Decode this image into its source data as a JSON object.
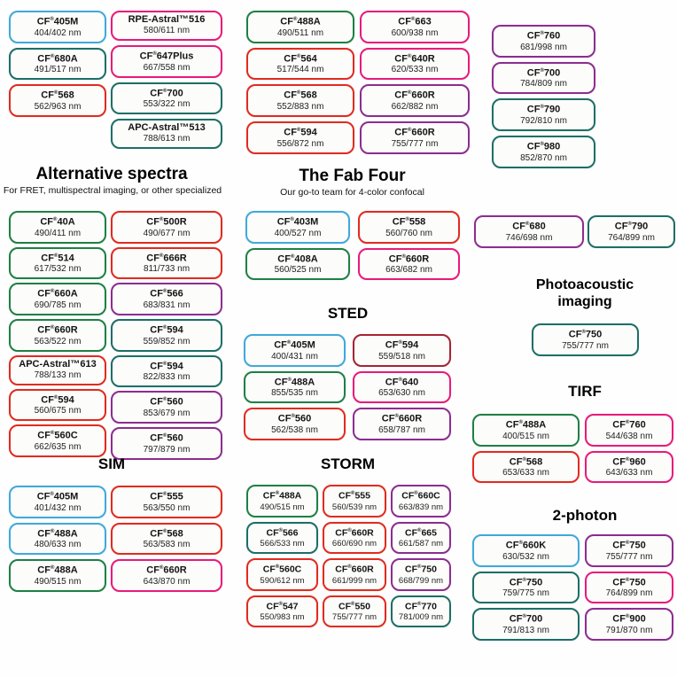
{
  "palette": {
    "blue": "#3fa9dc",
    "green": "#1e8044",
    "teal": "#1c6f66",
    "red": "#e12b1f",
    "darkred": "#a62433",
    "pink": "#e91a7b",
    "purple": "#8c2d90"
  },
  "sections": {
    "alternative": {
      "title": "Alternative spectra",
      "subtitle": "For FRET, multispectral imaging, or other specialized"
    },
    "fab": {
      "title": "The Fab Four",
      "subtitle": "Our go-to team for 4-color confocal"
    },
    "sted": {
      "title": "STED"
    },
    "sim": {
      "title": "SIM"
    },
    "storm": {
      "title": "STORM"
    },
    "photoacoustic": {
      "title": "Photoacoustic imaging"
    },
    "tirf": {
      "title": "TIRF"
    },
    "twophoton": {
      "title": "2-photon"
    }
  },
  "columns": {
    "a1": [
      {
        "name": "CF®405M",
        "value": "404/402 nm",
        "color": "blue"
      },
      {
        "name": "CF®680A",
        "value": "491/517 nm",
        "color": "teal"
      },
      {
        "name": "CF®568",
        "value": "562/963 nm",
        "color": "red"
      }
    ],
    "a2": [
      {
        "name": "RPE-Astral™516",
        "value": "580/611 nm",
        "color": "pink"
      },
      {
        "name": "CF®647Plus",
        "value": "667/558 nm",
        "color": "pink"
      },
      {
        "name": "CF®700",
        "value": "553/322 nm",
        "color": "teal"
      },
      {
        "name": "APC-Astral™513",
        "value": "788/613 nm",
        "color": "teal"
      }
    ],
    "b1": [
      {
        "name": "CF®488A",
        "value": "490/511 nm",
        "color": "green"
      },
      {
        "name": "CF®564",
        "value": "517/544 nm",
        "color": "red"
      },
      {
        "name": "CF®568",
        "value": "552/883 nm",
        "color": "red"
      },
      {
        "name": "CF®594",
        "value": "556/872 nm",
        "color": "red"
      }
    ],
    "b2": [
      {
        "name": "CF®663",
        "value": "600/938 nm",
        "color": "pink"
      },
      {
        "name": "CF®640R",
        "value": "620/533 nm",
        "color": "pink"
      },
      {
        "name": "CF®660R",
        "value": "662/882 nm",
        "color": "purple"
      },
      {
        "name": "CF®660R",
        "value": "755/777 nm",
        "color": "purple"
      }
    ],
    "c": [
      {
        "name": "CF®760",
        "value": "681/998 nm",
        "color": "purple"
      },
      {
        "name": "CF®700",
        "value": "784/809 nm",
        "color": "purple"
      },
      {
        "name": "CF®790",
        "value": "792/810 nm",
        "color": "teal"
      },
      {
        "name": "CF®980",
        "value": "852/870 nm",
        "color": "teal"
      }
    ],
    "alt1": [
      {
        "name": "CF®40A",
        "value": "490/411 nm",
        "color": "green"
      },
      {
        "name": "CF®514",
        "value": "617/532 nm",
        "color": "green"
      },
      {
        "name": "CF®660A",
        "value": "690/785 nm",
        "color": "green"
      },
      {
        "name": "CF®660R",
        "value": "563/522 nm",
        "color": "green"
      },
      {
        "name": "APC-Astral™613",
        "value": "788/133 nm",
        "color": "red"
      },
      {
        "name": "CF®594",
        "value": "560/675 nm",
        "color": "red"
      },
      {
        "name": "CF®560C",
        "value": "662/635 nm",
        "color": "red"
      }
    ],
    "alt2": [
      {
        "name": "CF®500R",
        "value": "490/677 nm",
        "color": "red"
      },
      {
        "name": "CF®666R",
        "value": "811/733 nm",
        "color": "red"
      },
      {
        "name": "CF®566",
        "value": "683/831 nm",
        "color": "purple"
      },
      {
        "name": "CF®594",
        "value": "559/852 nm",
        "color": "teal"
      },
      {
        "name": "CF®594",
        "value": "822/833 nm",
        "color": "teal"
      },
      {
        "name": "CF®560",
        "value": "853/679 nm",
        "color": "purple"
      },
      {
        "name": "CF®560",
        "value": "797/879 nm",
        "color": "purple"
      }
    ],
    "fab1": [
      {
        "name": "CF®403M",
        "value": "400/527 nm",
        "color": "blue"
      },
      {
        "name": "CF®408A",
        "value": "560/525 nm",
        "color": "green"
      }
    ],
    "fab2": [
      {
        "name": "CF®558",
        "value": "560/760 nm",
        "color": "red"
      },
      {
        "name": "CF®660R",
        "value": "663/682 nm",
        "color": "pink"
      }
    ],
    "sted1": [
      {
        "name": "CF®405M",
        "value": "400/431 nm",
        "color": "blue"
      },
      {
        "name": "CF®488A",
        "value": "855/535 nm",
        "color": "green"
      },
      {
        "name": "CF®560",
        "value": "562/538 nm",
        "color": "red"
      }
    ],
    "sted2": [
      {
        "name": "CF®594",
        "value": "559/518 nm",
        "color": "darkred"
      },
      {
        "name": "CF®640",
        "value": "653/630 nm",
        "color": "pink"
      },
      {
        "name": "CF®660R",
        "value": "658/787 nm",
        "color": "purple"
      }
    ],
    "sim1": [
      {
        "name": "CF®405M",
        "value": "401/432 nm",
        "color": "blue"
      },
      {
        "name": "CF®488A",
        "value": "480/633 nm",
        "color": "blue"
      },
      {
        "name": "CF®488A",
        "value": "490/515 nm",
        "color": "green"
      }
    ],
    "sim2": [
      {
        "name": "CF®555",
        "value": "563/550 nm",
        "color": "red"
      },
      {
        "name": "CF®568",
        "value": "563/583 nm",
        "color": "red"
      },
      {
        "name": "CF®660R",
        "value": "643/870 nm",
        "color": "pink"
      }
    ],
    "storm1": [
      {
        "name": "CF®488A",
        "value": "490/515 nm",
        "color": "green"
      },
      {
        "name": "CF®566",
        "value": "566/533 nm",
        "color": "teal"
      },
      {
        "name": "CF®560C",
        "value": "590/612 nm",
        "color": "red"
      },
      {
        "name": "CF®547",
        "value": "550/983 nm",
        "color": "red"
      }
    ],
    "storm2": [
      {
        "name": "CF®555",
        "value": "560/539 nm",
        "color": "red"
      },
      {
        "name": "CF®660R",
        "value": "660/690 nm",
        "color": "red"
      },
      {
        "name": "CF®660R",
        "value": "661/999 nm",
        "color": "red"
      },
      {
        "name": "CF®550",
        "value": "755/777 nm",
        "color": "red"
      }
    ],
    "storm3": [
      {
        "name": "CF®660C",
        "value": "663/839 nm",
        "color": "purple"
      },
      {
        "name": "CF®665",
        "value": "661/587 nm",
        "color": "purple"
      },
      {
        "name": "CF®750",
        "value": "668/799 nm",
        "color": "purple"
      },
      {
        "name": "CF®770",
        "value": "781/009 nm",
        "color": "teal"
      }
    ],
    "pair1": [
      {
        "name": "CF®680",
        "value": "746/698 nm",
        "color": "purple"
      }
    ],
    "pair2": [
      {
        "name": "CF®790",
        "value": "764/899 nm",
        "color": "teal"
      }
    ],
    "pa": [
      {
        "name": "CF®750",
        "value": "755/777 nm",
        "color": "teal"
      }
    ],
    "tirf1": [
      {
        "name": "CF®488A",
        "value": "400/515 nm",
        "color": "green"
      },
      {
        "name": "CF®568",
        "value": "653/633 nm",
        "color": "red"
      }
    ],
    "tirf2": [
      {
        "name": "CF®760",
        "value": "544/638 nm",
        "color": "pink"
      },
      {
        "name": "CF®960",
        "value": "643/633 nm",
        "color": "pink"
      }
    ],
    "twop1": [
      {
        "name": "CF®660K",
        "value": "630/532 nm",
        "color": "blue"
      },
      {
        "name": "CF®750",
        "value": "759/775 nm",
        "color": "teal"
      },
      {
        "name": "CF®700",
        "value": "791/813 nm",
        "color": "teal"
      }
    ],
    "twop2": [
      {
        "name": "CF®750",
        "value": "755/777 nm",
        "color": "purple"
      },
      {
        "name": "CF®750",
        "value": "764/899 nm",
        "color": "pink"
      },
      {
        "name": "CF®900",
        "value": "791/870 nm",
        "color": "purple"
      }
    ]
  }
}
